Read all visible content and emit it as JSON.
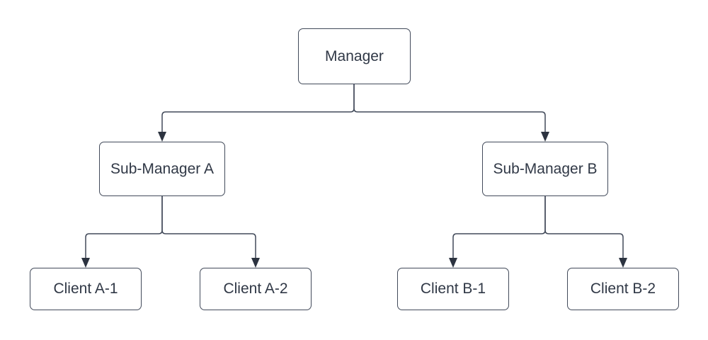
{
  "diagram": {
    "type": "org-chart",
    "colors": {
      "background": "#ffffff",
      "node_fill": "#ffffff",
      "stroke": "#424a5a",
      "text": "#303846",
      "arrow": "#2c3340"
    },
    "nodes": [
      {
        "id": "manager",
        "label": "Manager",
        "level": 1
      },
      {
        "id": "sub-manager-a",
        "label": "Sub-Manager A",
        "level": 2
      },
      {
        "id": "sub-manager-b",
        "label": "Sub-Manager B",
        "level": 2
      },
      {
        "id": "client-a-1",
        "label": "Client A-1",
        "level": 3
      },
      {
        "id": "client-a-2",
        "label": "Client A-2",
        "level": 3
      },
      {
        "id": "client-b-1",
        "label": "Client B-1",
        "level": 3
      },
      {
        "id": "client-b-2",
        "label": "Client B-2",
        "level": 3
      }
    ],
    "edges": [
      {
        "from": "manager",
        "to": "sub-manager-a"
      },
      {
        "from": "manager",
        "to": "sub-manager-b"
      },
      {
        "from": "sub-manager-a",
        "to": "client-a-1"
      },
      {
        "from": "sub-manager-a",
        "to": "client-a-2"
      },
      {
        "from": "sub-manager-b",
        "to": "client-b-1"
      },
      {
        "from": "sub-manager-b",
        "to": "client-b-2"
      }
    ]
  }
}
